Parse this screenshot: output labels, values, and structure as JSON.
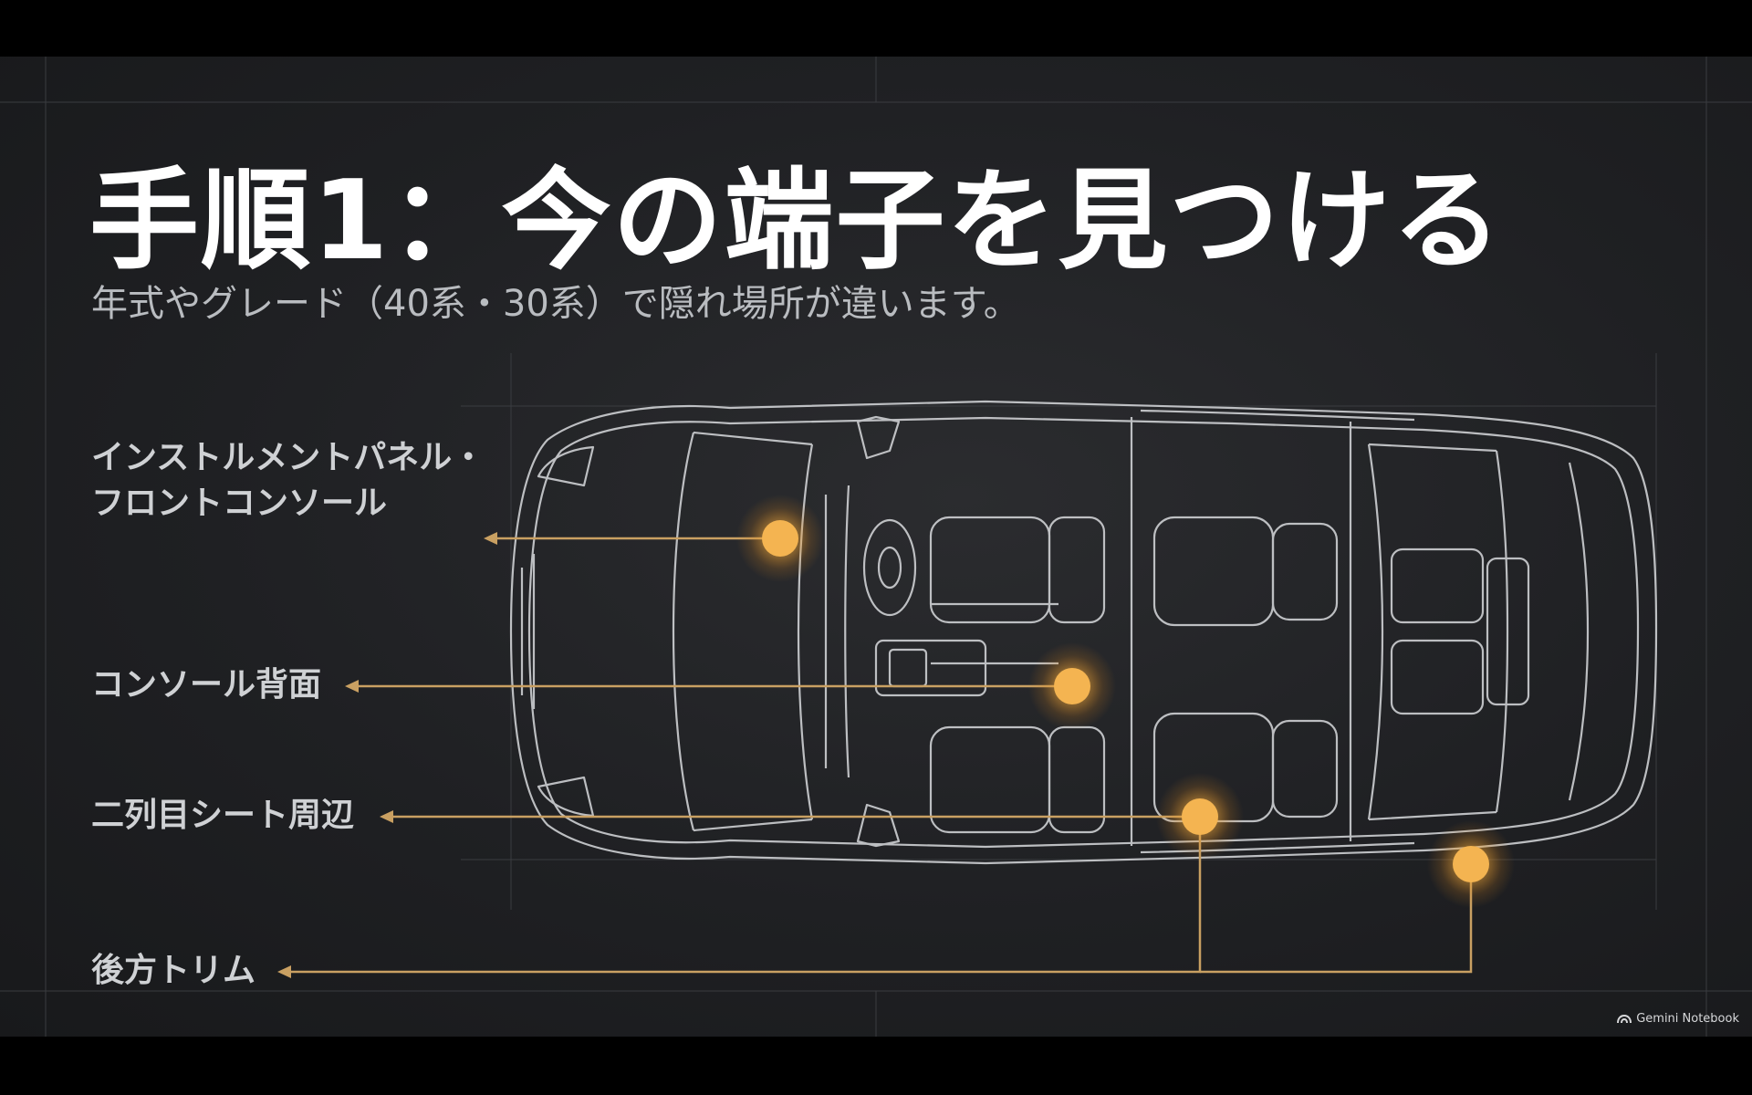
{
  "title": "手順1：今の端子を見つける",
  "subtitle": "年式やグレード（40系・30系）で隠れ場所が違います。",
  "diagram": {
    "subject": "car-top-view-outline",
    "labels": [
      {
        "line1": "インストルメントパネル・",
        "line2": "フロントコンソール"
      },
      {
        "line1": "コンソール背面"
      },
      {
        "line1": "二列目シート周辺"
      },
      {
        "line1": "後方トリム"
      }
    ],
    "colors": {
      "background": "#1f2023",
      "outline": "#d8dadd",
      "accent": "#f3b64f",
      "leader_line": "#c9a062",
      "label_text": "#cfd1d4"
    }
  },
  "footer": {
    "brand": "Gemini Notebook",
    "icon": "gemini-notebook-icon"
  }
}
